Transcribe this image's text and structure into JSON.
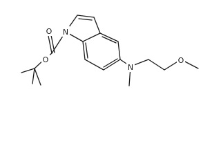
{
  "diagram": {
    "atoms": {
      "n_indole": "N",
      "o_carbonyl": "O",
      "o_ester": "O",
      "n_amine": "N",
      "o_methoxy": "O"
    }
  }
}
